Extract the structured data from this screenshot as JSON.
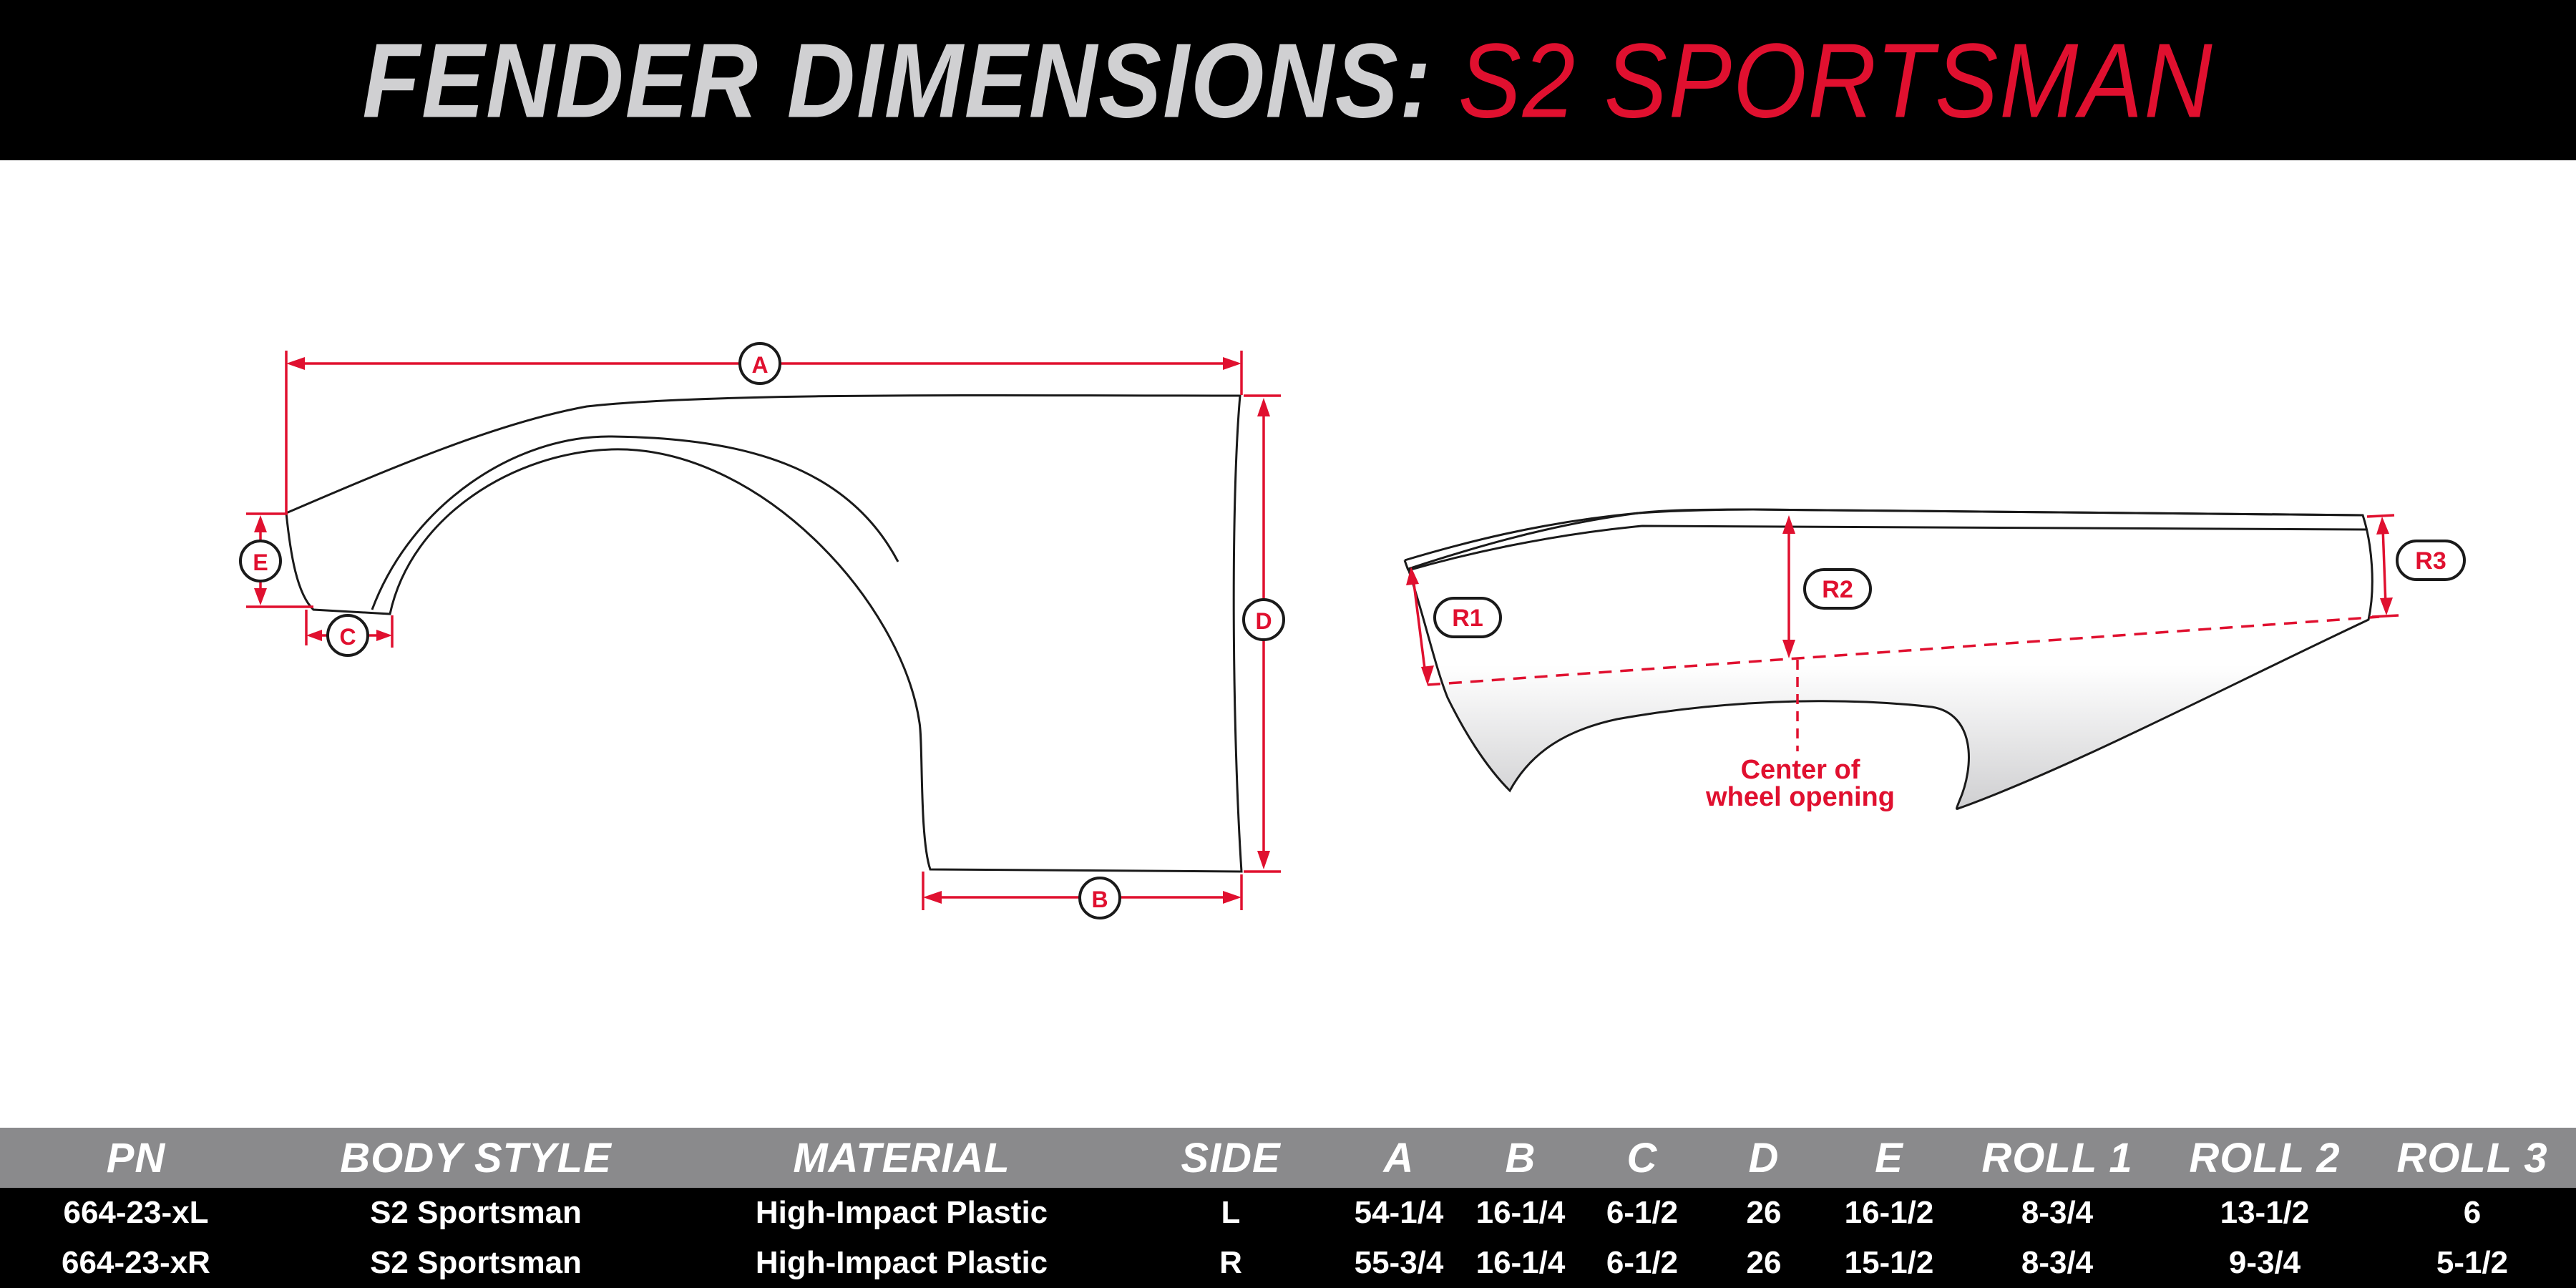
{
  "header": {
    "title": "FENDER DIMENSIONS:",
    "accent": "S2 SPORTSMAN"
  },
  "colors": {
    "accent": "#e0102f",
    "header_bg": "#000000",
    "table_head_bg": "#8a8a8c"
  },
  "diagram": {
    "left_fender": {
      "labels": {
        "a": "A",
        "b": "B",
        "c": "C",
        "d": "D",
        "e": "E"
      }
    },
    "right_fender": {
      "labels": {
        "r1": "R1",
        "r2": "R2",
        "r3": "R3"
      },
      "center_note_line1": "Center of",
      "center_note_line2": "wheel opening"
    }
  },
  "table": {
    "headers": [
      "PN",
      "BODY STYLE",
      "MATERIAL",
      "SIDE",
      "A",
      "B",
      "C",
      "D",
      "E",
      "ROLL 1",
      "ROLL 2",
      "ROLL 3"
    ],
    "rows": [
      [
        "664-23-xL",
        "S2 Sportsman",
        "High-Impact Plastic",
        "L",
        "54-1/4",
        "16-1/4",
        "6-1/2",
        "26",
        "16-1/2",
        "8-3/4",
        "13-1/2",
        "6"
      ],
      [
        "664-23-xR",
        "S2 Sportsman",
        "High-Impact Plastic",
        "R",
        "55-3/4",
        "16-1/4",
        "6-1/2",
        "26",
        "15-1/2",
        "8-3/4",
        "9-3/4",
        "5-1/2"
      ]
    ]
  }
}
